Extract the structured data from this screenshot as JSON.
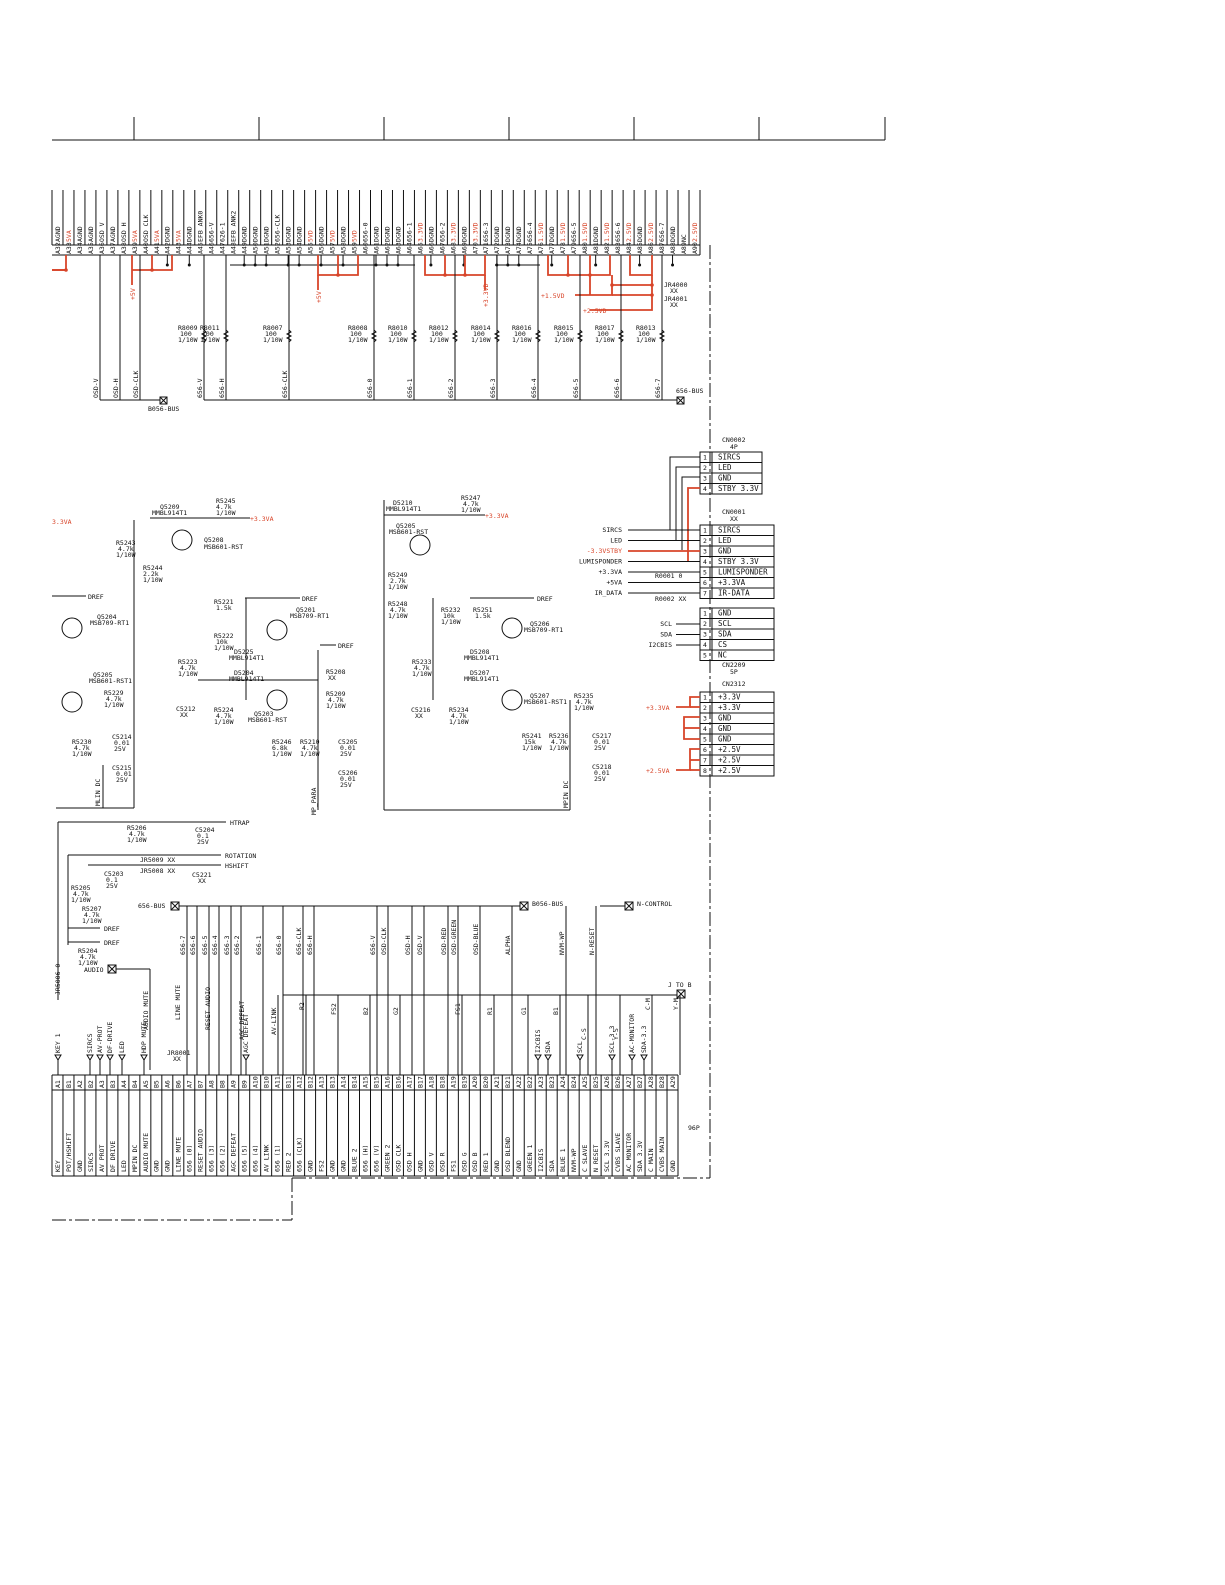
{
  "top_connector": {
    "pins": [
      {
        "pin": "A32",
        "sig": "AGND",
        "c": "k"
      },
      {
        "pin": "A33",
        "sig": "5VA",
        "c": "r"
      },
      {
        "pin": "A34",
        "sig": "AGND",
        "c": "k"
      },
      {
        "pin": "A35",
        "sig": "AGND",
        "c": "k"
      },
      {
        "pin": "A36",
        "sig": "OSD V",
        "c": "k"
      },
      {
        "pin": "A37",
        "sig": "AGND",
        "c": "k"
      },
      {
        "pin": "A38",
        "sig": "OSD H",
        "c": "k"
      },
      {
        "pin": "A39",
        "sig": "5VA",
        "c": "r"
      },
      {
        "pin": "A40",
        "sig": "OSD CLK",
        "c": "k"
      },
      {
        "pin": "A41",
        "sig": "5VA",
        "c": "r"
      },
      {
        "pin": "A42",
        "sig": "DGND",
        "c": "k"
      },
      {
        "pin": "A43",
        "sig": "5VA",
        "c": "r"
      },
      {
        "pin": "A44",
        "sig": "DGND",
        "c": "k"
      },
      {
        "pin": "A45",
        "sig": "EFB ANK0",
        "c": "k"
      },
      {
        "pin": "A46",
        "sig": "656-V",
        "c": "k"
      },
      {
        "pin": "A47",
        "sig": "626-1",
        "c": "k"
      },
      {
        "pin": "A48",
        "sig": "EFB ANK2",
        "c": "k"
      },
      {
        "pin": "A49",
        "sig": "DGND",
        "c": "k"
      },
      {
        "pin": "A50",
        "sig": "DGND",
        "c": "k"
      },
      {
        "pin": "A51",
        "sig": "DGND",
        "c": "k"
      },
      {
        "pin": "A52",
        "sig": "656-CLK",
        "c": "k"
      },
      {
        "pin": "A53",
        "sig": "DGND",
        "c": "k"
      },
      {
        "pin": "A54",
        "sig": "DGND",
        "c": "k"
      },
      {
        "pin": "A55",
        "sig": "5VD",
        "c": "r"
      },
      {
        "pin": "A56",
        "sig": "DGND",
        "c": "k"
      },
      {
        "pin": "A57",
        "sig": "5VD",
        "c": "r"
      },
      {
        "pin": "A58",
        "sig": "DGND",
        "c": "k"
      },
      {
        "pin": "A59",
        "sig": "5VD",
        "c": "r"
      },
      {
        "pin": "A60",
        "sig": "656-0",
        "c": "k"
      },
      {
        "pin": "A61",
        "sig": "DGND",
        "c": "k"
      },
      {
        "pin": "A62",
        "sig": "DGND",
        "c": "k"
      },
      {
        "pin": "A63",
        "sig": "DGND",
        "c": "k"
      },
      {
        "pin": "A64",
        "sig": "656-1",
        "c": "k"
      },
      {
        "pin": "A65",
        "sig": "3.3VD",
        "c": "r"
      },
      {
        "pin": "A66",
        "sig": "DGND",
        "c": "k"
      },
      {
        "pin": "A67",
        "sig": "656-2",
        "c": "k"
      },
      {
        "pin": "A68",
        "sig": "3.3VD",
        "c": "r"
      },
      {
        "pin": "A69",
        "sig": "DGND",
        "c": "k"
      },
      {
        "pin": "A70",
        "sig": "3.3VD",
        "c": "r"
      },
      {
        "pin": "A71",
        "sig": "656-3",
        "c": "k"
      },
      {
        "pin": "A72",
        "sig": "DGND",
        "c": "k"
      },
      {
        "pin": "A73",
        "sig": "DGND",
        "c": "k"
      },
      {
        "pin": "A74",
        "sig": "DGND",
        "c": "k"
      },
      {
        "pin": "A75",
        "sig": "656-4",
        "c": "k"
      },
      {
        "pin": "A76",
        "sig": "1.5VD",
        "c": "r"
      },
      {
        "pin": "A77",
        "sig": "DGND",
        "c": "k"
      },
      {
        "pin": "A78",
        "sig": "1.5VD",
        "c": "r"
      },
      {
        "pin": "A79",
        "sig": "656-5",
        "c": "k"
      },
      {
        "pin": "A80",
        "sig": "1.5VD",
        "c": "r"
      },
      {
        "pin": "A81",
        "sig": "DGND",
        "c": "k"
      },
      {
        "pin": "A82",
        "sig": "1.5VD",
        "c": "r"
      },
      {
        "pin": "A83",
        "sig": "656-6",
        "c": "k"
      },
      {
        "pin": "A84",
        "sig": "2.5VD",
        "c": "r"
      },
      {
        "pin": "A85",
        "sig": "DGND",
        "c": "k"
      },
      {
        "pin": "A86",
        "sig": "2.5VD",
        "c": "r"
      },
      {
        "pin": "A87",
        "sig": "656-7",
        "c": "k"
      },
      {
        "pin": "A88",
        "sig": "DGND",
        "c": "k"
      },
      {
        "pin": "A89",
        "sig": "NC",
        "c": "k"
      },
      {
        "pin": "A90",
        "sig": "2.5VD",
        "c": "r"
      }
    ]
  },
  "rails": {
    "p5v1": "+5V",
    "p5v2": "+5V",
    "p33vd": "+3.3VD",
    "p15vd": "+1.5VD",
    "p25vd": "+2.5VD",
    "p33va_left": "3.3VA"
  },
  "jumpers": {
    "jr4000": "JR4000",
    "jr4000v": "XX",
    "jr4001": "JR4001",
    "jr4001v": "XX"
  },
  "top_resistors": [
    {
      "ref": "R8009",
      "v": "100",
      "w": "1/10W"
    },
    {
      "ref": "R8011",
      "v": "100",
      "w": "1/10W"
    },
    {
      "ref": "R8007",
      "v": "100",
      "w": "1/10W"
    },
    {
      "ref": "R8008",
      "v": "100",
      "w": "1/10W"
    },
    {
      "ref": "R8010",
      "v": "100",
      "w": "1/10W"
    },
    {
      "ref": "R8012",
      "v": "100",
      "w": "1/10W"
    },
    {
      "ref": "R8014",
      "v": "100",
      "w": "1/10W"
    },
    {
      "ref": "R8016",
      "v": "100",
      "w": "1/10W"
    },
    {
      "ref": "R8015",
      "v": "100",
      "w": "1/10W"
    },
    {
      "ref": "R8017",
      "v": "100",
      "w": "1/10W"
    },
    {
      "ref": "R8013",
      "v": "100",
      "w": "1/10W"
    }
  ],
  "bus_lines": [
    "OSD-V",
    "OSD-H",
    "OSD-CLK",
    "656-V",
    "656-H",
    "656-CLK",
    "656-0",
    "656-1",
    "656-2",
    "656-3",
    "656-4",
    "656-5",
    "656-6",
    "656-7"
  ],
  "bus_labels": {
    "b056bus": "B056-BUS",
    "bus656": "656-BUS"
  },
  "cn0002": {
    "ref": "CN0002",
    "pins": "4P",
    "rows": [
      [
        "1",
        "SIRCS"
      ],
      [
        "2",
        "LED"
      ],
      [
        "3",
        "GND"
      ],
      [
        "4",
        "STBY 3.3V"
      ]
    ]
  },
  "cn0001": {
    "ref": "CN0001",
    "pins": "XX",
    "rows": [
      [
        "1",
        "SIRCS"
      ],
      [
        "2",
        "LED"
      ],
      [
        "3",
        "GND"
      ],
      [
        "4",
        "STBY 3.3V"
      ],
      [
        "5",
        "LUMISPONDER"
      ],
      [
        "6",
        "+3.3VA"
      ],
      [
        "7",
        "IR-DATA"
      ]
    ]
  },
  "cn0001_in": [
    {
      "t": "SIRCS",
      "c": "k"
    },
    {
      "t": "LED",
      "c": "k"
    },
    {
      "t": "-3.3VSTBY",
      "c": "r"
    },
    {
      "t": "LUMISPONDER",
      "c": "k"
    },
    {
      "t": "+3.3VA",
      "c": "k"
    },
    {
      "t": "+5VA",
      "c": "k"
    },
    {
      "t": "IR_DATA",
      "c": "k"
    }
  ],
  "cn0001_res": {
    "r1": "R0001 0",
    "r2": "R0002 XX"
  },
  "cn2209": {
    "ref": "CN2209",
    "pins": "5P",
    "rows": [
      [
        "1",
        "GND"
      ],
      [
        "2",
        "SCL"
      ],
      [
        "3",
        "SDA"
      ],
      [
        "4",
        "CS"
      ],
      [
        "5",
        "NC"
      ]
    ]
  },
  "cn2209_in": [
    "SCL",
    "SDA",
    "I2CBIS"
  ],
  "cn2312": {
    "ref": "CN2312",
    "pins": "8P",
    "rows": [
      [
        "1",
        "+3.3V"
      ],
      [
        "2",
        "+3.3V"
      ],
      [
        "3",
        "GND"
      ],
      [
        "4",
        "GND"
      ],
      [
        "5",
        "GND"
      ],
      [
        "6",
        "+2.5V"
      ],
      [
        "7",
        "+2.5V"
      ],
      [
        "8",
        "+2.5V"
      ]
    ]
  },
  "cn2312_in": {
    "a": "+3.3VA",
    "b": "+2.5VA"
  },
  "left_circuit": {
    "q5209": "Q5209",
    "q5209p": "MMBL914T1",
    "r5245": "R5245",
    "r5245v": "4.7k",
    "r5245w": "1/10W",
    "rail": "+3.3VA",
    "r5243": "R5243",
    "r5243v": "4.7k",
    "r5243w": "1/10W",
    "q5208": "Q5208",
    "q5208p": "MSB601-RST",
    "r5244": "R5244",
    "r5244v": "2.2k",
    "r5244w": "1/10W",
    "dref1": "DREF",
    "r5221": "R5221",
    "r5221v": "1.5k",
    "q5201": "Q5201",
    "q5201p": "MSB709-RT1",
    "q5204": "Q5204",
    "q5204p": "MSB709-RT1",
    "r5222": "R5222",
    "r5222v": "10k",
    "r5222w": "1/10W",
    "d5225": "D5225",
    "d5225p": "MMBL914T1",
    "dref2": "DREF",
    "r5223": "R5223",
    "r5223v": "4.7k",
    "r5223w": "1/10W",
    "d5204": "D5204",
    "d5204p": "MMBL914T1",
    "q5205": "Q5205",
    "q5205p": "MSB601-RST1",
    "r5229": "R5229",
    "r5229v": "4.7k",
    "r5229w": "1/10W",
    "c5212": "C5212",
    "c5212v": "XX",
    "r5224": "R5224",
    "r5224v": "4.7k",
    "r5224w": "1/10W",
    "q5203": "Q5203",
    "q5203p": "MSB601-RST",
    "r5208": "R5208",
    "r5208v": "XX",
    "r5209": "R5209",
    "r5209v": "4.7k",
    "r5209w": "1/10W",
    "r5230": "R5230",
    "r5230v": "4.7k",
    "r5230w": "1/10W",
    "c5214": "C5214",
    "c5214v": "0.01",
    "c5214u": "25V",
    "c5215": "C5215",
    "c5215v": "0.01",
    "c5215u": "25V",
    "r5246": "R5246",
    "r5246v": "6.8k",
    "r5246w": "1/10W",
    "r5210": "R5210",
    "r5210v": "4.7k",
    "r5210w": "1/10W",
    "c5205": "C5205",
    "c5205v": "0.01",
    "c5205u": "25V",
    "c5206": "C5206",
    "c5206v": "0.01",
    "c5206u": "25V",
    "mlin": "MLIN DC",
    "mpara": "MP_PARA"
  },
  "mid_circuit": {
    "d5210": "D5210",
    "d5210p": "MMBL914T1",
    "r5247": "R5247",
    "r5247v": "4.7k",
    "r5247w": "1/10W",
    "rail": "+3.3VA",
    "q5205": "Q5205",
    "q5205p": "MSB601-RST",
    "r5249": "R5249",
    "r5249v": "2.7k",
    "r5249w": "1/10W",
    "r5248": "R5248",
    "r5248v": "4.7k",
    "r5248w": "1/10W",
    "dref": "DREF",
    "r5232": "R5232",
    "r5232v": "10k",
    "r5232w": "1/10W",
    "r5251": "R5251",
    "r5251v": "1.5k",
    "q5206": "Q5206",
    "q5206p": "MSB709-RT1",
    "d5208": "D5208",
    "d5208p": "MMBL914T1",
    "r5233": "R5233",
    "r5233v": "4.7k",
    "r5233w": "1/10W",
    "d5207": "D5207",
    "d5207p": "MMBL914T1",
    "q5207": "Q5207",
    "q5207p": "MSB601-RST1",
    "r5235": "R5235",
    "r5235v": "4.7k",
    "r5235w": "1/10W",
    "c5216": "C5216",
    "c5216v": "XX",
    "r5234": "R5234",
    "r5234v": "4.7k",
    "r5234w": "1/10W",
    "r5241": "R5241",
    "r5241v": "15k",
    "r5241w": "1/10W",
    "r5236": "R5236",
    "r5236v": "4.7k",
    "r5236w": "1/10W",
    "c5217": "C5217",
    "c5217v": "0.01",
    "c5217u": "25V",
    "c5218": "C5218",
    "c5218v": "0.01",
    "c5218u": "25V",
    "mpin": "MPIN DC"
  },
  "lower_circuit": {
    "htrap": "HTRAP",
    "r5206": "R5206",
    "r5206v": "4.7k",
    "r5206w": "1/10W",
    "c5204": "C5204",
    "c5204v": "0.1",
    "c5204u": "25V",
    "rotation": "ROTATION",
    "hshift": "HSHIFT",
    "jr5009": "JR5009 XX",
    "jr5008": "JR5008 XX",
    "c5221": "C5221",
    "c5221v": "XX",
    "c5203": "C5203",
    "c5203v": "0.1",
    "c5203u": "25V",
    "r5205": "R5205",
    "r5205v": "4.7k",
    "r5205w": "1/10W",
    "r5207": "R5207",
    "r5207v": "4.7k",
    "r5207w": "1/10W",
    "dref1": "DREF",
    "dref2": "DREF",
    "r5204": "R5204",
    "r5204v": "4.7k",
    "r5204w": "1/10W",
    "jr5006": "JR5006 0",
    "audio": "AUDIO",
    "bus656": "656-BUS",
    "b056bus": "B056-BUS",
    "ncontrol": "N-CONTROL",
    "jtob": "J TO B",
    "jr8001": "JR8001",
    "jr8001v": "XX"
  },
  "lower_bus_labels": [
    "656-7",
    "656-6",
    "656-5",
    "656-4",
    "656-3",
    "656-2",
    "656-1",
    "656-0",
    "656-CLK",
    "656-H",
    "656-V",
    "OSD-CLK",
    "OSD-H",
    "OSD-V",
    "OSD-RED",
    "OSD-GREEN",
    "OSD-BLUE",
    "ALPHA",
    "NVM-WP",
    "N-RESET"
  ],
  "mid_labels": [
    "AUDIO MUTE",
    "LINE MUTE",
    "RESET AUDIO",
    "AGC DEFEAT",
    "AV-LINK",
    "R2",
    "FS2",
    "B2",
    "G2",
    "FS1",
    "R1",
    "G1",
    "B1",
    "C-S",
    "Y-S",
    "C-M",
    "Y-M"
  ],
  "bottom_labels": [
    {
      "t": "KEY 1",
      "c": "k"
    },
    {
      "t": "SIRCS",
      "c": "k"
    },
    {
      "t": "AV-PROT",
      "c": "k"
    },
    {
      "t": "DF-DRIVE",
      "c": "k"
    },
    {
      "t": "LED",
      "c": "k"
    },
    {
      "t": "HDP MUTE",
      "c": "k"
    },
    {
      "t": "AGC DEFEAT",
      "c": "k"
    },
    {
      "t": "I2CBIS",
      "c": "k"
    },
    {
      "t": "SDA",
      "c": "k"
    },
    {
      "t": "SCL",
      "c": "k"
    },
    {
      "t": "SCL-3.3",
      "c": "k"
    },
    {
      "t": "AC-MONITOR",
      "c": "k"
    },
    {
      "t": "SDA-3.3",
      "c": "k"
    }
  ],
  "bottom_connector": {
    "label": "96P",
    "pins": [
      {
        "pin": "A1",
        "sig": "KEY"
      },
      {
        "pin": "B1",
        "sig": "POT/HSHIFT"
      },
      {
        "pin": "A2",
        "sig": "GND"
      },
      {
        "pin": "B2",
        "sig": "SIRCS"
      },
      {
        "pin": "A3",
        "sig": "AV PROT"
      },
      {
        "pin": "B3",
        "sig": "DF DRIVE"
      },
      {
        "pin": "A4",
        "sig": "LED"
      },
      {
        "pin": "B4",
        "sig": "MPIN DC"
      },
      {
        "pin": "A5",
        "sig": "AUDIO MUTE"
      },
      {
        "pin": "B5",
        "sig": "GND"
      },
      {
        "pin": "A6",
        "sig": "GND"
      },
      {
        "pin": "B6",
        "sig": "LINE MUTE"
      },
      {
        "pin": "A7",
        "sig": "656 (0)"
      },
      {
        "pin": "B7",
        "sig": "RESET AUDIO"
      },
      {
        "pin": "A8",
        "sig": "656 (3)"
      },
      {
        "pin": "B8",
        "sig": "656 (2)"
      },
      {
        "pin": "A9",
        "sig": "AGC DEFEAT"
      },
      {
        "pin": "B9",
        "sig": "656 (5)"
      },
      {
        "pin": "A10",
        "sig": "656 (4)"
      },
      {
        "pin": "B10",
        "sig": "AV LINK"
      },
      {
        "pin": "A11",
        "sig": "656 (1)"
      },
      {
        "pin": "B11",
        "sig": "RED 2"
      },
      {
        "pin": "A12",
        "sig": "656 (CLK)"
      },
      {
        "pin": "B12",
        "sig": "GND"
      },
      {
        "pin": "A13",
        "sig": "FS2"
      },
      {
        "pin": "B13",
        "sig": "GND"
      },
      {
        "pin": "A14",
        "sig": "GND"
      },
      {
        "pin": "B14",
        "sig": "BLUE 2"
      },
      {
        "pin": "A15",
        "sig": "656 (H)"
      },
      {
        "pin": "B15",
        "sig": "656 (V)"
      },
      {
        "pin": "A16",
        "sig": "GREEN 2"
      },
      {
        "pin": "B16",
        "sig": "OSD CLK"
      },
      {
        "pin": "A17",
        "sig": "OSD H"
      },
      {
        "pin": "B17",
        "sig": "GND"
      },
      {
        "pin": "A18",
        "sig": "OSD V"
      },
      {
        "pin": "B18",
        "sig": "OSD R"
      },
      {
        "pin": "A19",
        "sig": "FS1"
      },
      {
        "pin": "B19",
        "sig": "OSD G"
      },
      {
        "pin": "A20",
        "sig": "OSD B"
      },
      {
        "pin": "B20",
        "sig": "RED 1"
      },
      {
        "pin": "A21",
        "sig": "GND"
      },
      {
        "pin": "B21",
        "sig": "OSD BLEND"
      },
      {
        "pin": "A22",
        "sig": "GND"
      },
      {
        "pin": "B22",
        "sig": "GREEN 1"
      },
      {
        "pin": "A23",
        "sig": "I2CBIS"
      },
      {
        "pin": "B23",
        "sig": "SDA"
      },
      {
        "pin": "A24",
        "sig": "BLUE 1"
      },
      {
        "pin": "B24",
        "sig": "NVM-WP"
      },
      {
        "pin": "A25",
        "sig": "C SLAVE"
      },
      {
        "pin": "B25",
        "sig": "N RESET"
      },
      {
        "pin": "A26",
        "sig": "SCL 3.3V"
      },
      {
        "pin": "B26",
        "sig": "CVBS SLAVE"
      },
      {
        "pin": "A27",
        "sig": "AC MONITOR"
      },
      {
        "pin": "B27",
        "sig": "SDA 3.3V"
      },
      {
        "pin": "A28",
        "sig": "C MAIN"
      },
      {
        "pin": "B28",
        "sig": "CVBS MAIN"
      },
      {
        "pin": "A29",
        "sig": "GND"
      }
    ]
  }
}
